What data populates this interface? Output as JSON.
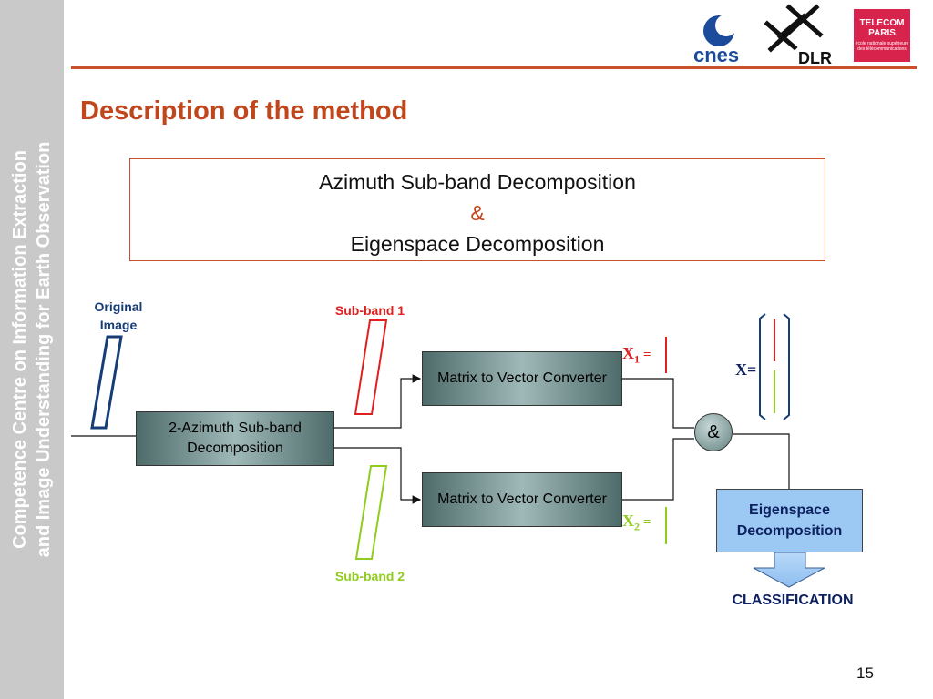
{
  "sidebar": {
    "line1": "Competence Centre on Information Extraction",
    "line2": "and Image Understanding for Earth Observation"
  },
  "logos": {
    "cnes": "cnes",
    "dlr": "DLR",
    "telecom_line1": "TELECOM",
    "telecom_line2": "PARIS",
    "telecom_sub": "école nationale supérieure des télécommunications"
  },
  "title": "Description of the method",
  "summary": {
    "line1": "Azimuth Sub-band Decomposition",
    "amp": "&",
    "line2": "Eigenspace Decomposition"
  },
  "diagram": {
    "original_image": "Original Image",
    "subband1": "Sub-band 1",
    "subband2": "Sub-band 2",
    "decomposition_box": "2-Azimuth Sub-band Decomposition",
    "converter1": "Matrix to Vector Converter",
    "converter2": "Matrix to Vector Converter",
    "x1_letter": "X",
    "x1_sub": "1",
    "x2_letter": "X",
    "x2_sub": "2",
    "eq": "=",
    "x_combined": "X=",
    "and_node": "&",
    "eigenspace": "Eigenspace Decomposition",
    "classification": "CLASSIFICATION"
  },
  "colors": {
    "accent": "#c0461c",
    "subband1": "#e02020",
    "subband2": "#8fcc1f",
    "navy": "#0d2060",
    "eigen_fill": "#9cc8f4"
  },
  "page_number": "15"
}
